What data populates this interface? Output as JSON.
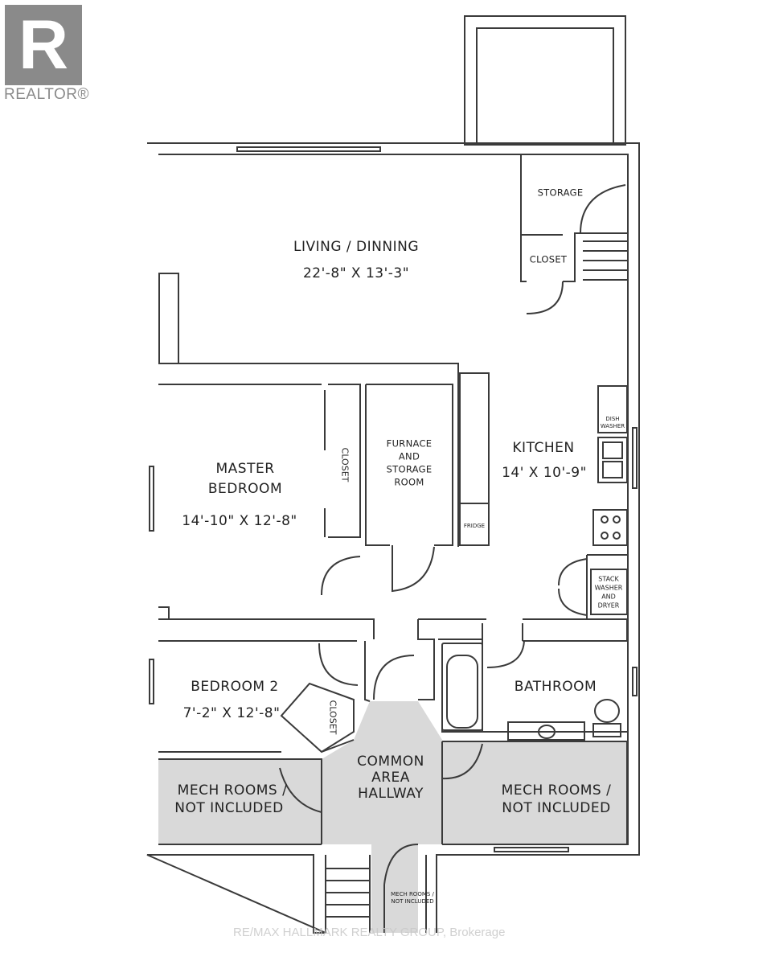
{
  "branding": {
    "logo_letter": "R",
    "logo_text": "REALTOR®",
    "watermark": "RE/MAX HALLMARK REALTY GROUP, Brokerage"
  },
  "colors": {
    "wall": "#3a3a3a",
    "shaded_area": "#d9d9d9",
    "logo": "#8a8a8a"
  },
  "rooms": {
    "living": {
      "name": "LIVING / DINNING",
      "dims": "22'-8\" X 13'-3\""
    },
    "storage": {
      "name": "STORAGE"
    },
    "closet_top": {
      "name": "CLOSET"
    },
    "master": {
      "name_line1": "MASTER",
      "name_line2": "BEDROOM",
      "dims": "14'-10\" X 12'-8\""
    },
    "master_closet": {
      "name": "CLOSET"
    },
    "furnace": {
      "line1": "FURNACE",
      "line2": "AND",
      "line3": "STORAGE",
      "line4": "ROOM"
    },
    "kitchen": {
      "name": "KITCHEN",
      "dims": "14' X 10'-9\""
    },
    "fridge": {
      "name": "FRIDGE"
    },
    "dishwasher": {
      "line1": "DISH",
      "line2": "WASHER"
    },
    "stack": {
      "line1": "STACK",
      "line2": "WASHER",
      "line3": "AND",
      "line4": "DRYER"
    },
    "bedroom2": {
      "name": "BEDROOM 2",
      "dims": "7'-2\" X 12'-8\""
    },
    "bed2_closet": {
      "name": "CLOSET"
    },
    "bathroom": {
      "name": "BATHROOM"
    },
    "common": {
      "line1": "COMMON",
      "line2": "AREA",
      "line3": "HALLWAY"
    },
    "mech_left": {
      "line1": "MECH ROOMS /",
      "line2": "NOT INCLUDED"
    },
    "mech_right": {
      "line1": "MECH ROOMS /",
      "line2": "NOT INCLUDED"
    },
    "mech_small": {
      "line1": "MECH ROOMS /",
      "line2": "NOT INCLUDED"
    }
  }
}
